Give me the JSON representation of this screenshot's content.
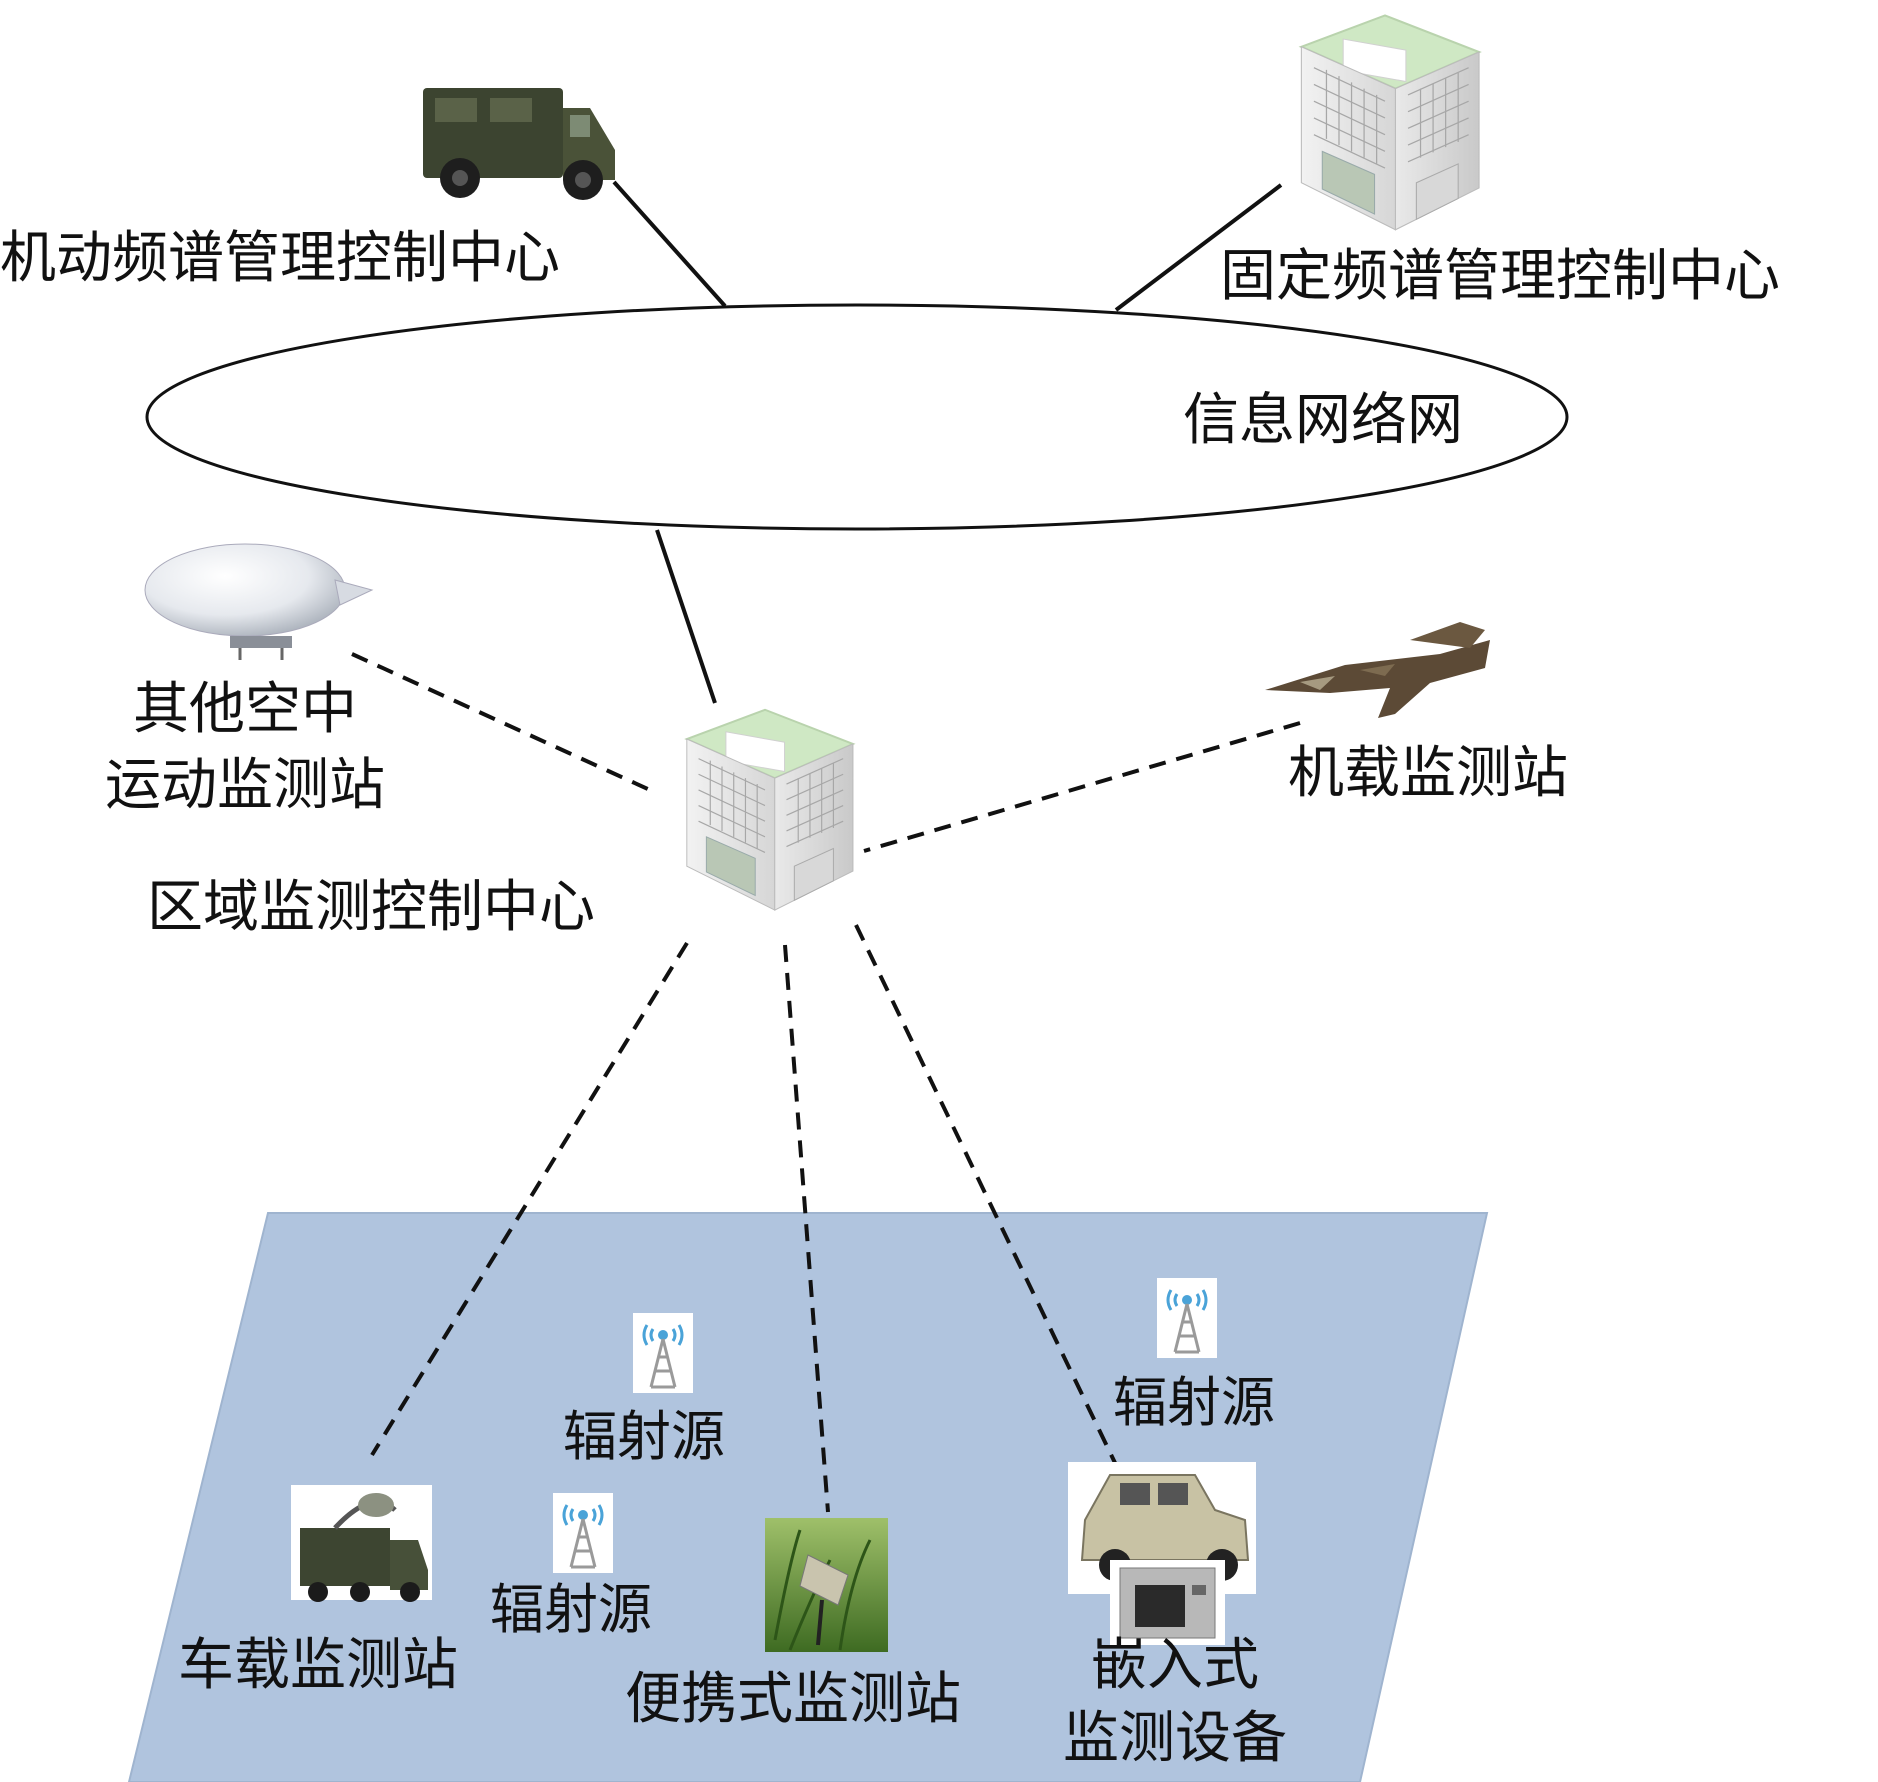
{
  "labels": {
    "mobile_center": "机动频谱管理控制中心",
    "fixed_center": "固定频谱管理控制中心",
    "info_network": "信息网络网",
    "other_air_line1": "其他空中",
    "other_air_line2": "运动监测站",
    "airborne_station": "机载监测站",
    "regional_center": "区域监测控制中心",
    "radiation_source_1": "辐射源",
    "radiation_source_2": "辐射源",
    "radiation_source_3": "辐射源",
    "vehicle_station": "车载监测站",
    "portable_station": "便携式监测站",
    "embedded_line1": "嵌入式",
    "embedded_line2": "监测设备"
  },
  "colors": {
    "ground_plane": "#b0c4de",
    "line": "#111111",
    "building_roof": "#cfe8c4",
    "building_wall": "#e6e6e6",
    "military_green": "#3c4430",
    "tower_blue": "#6fb7e0"
  },
  "icons": [
    "military-truck-icon",
    "office-building-icon",
    "airship-icon",
    "fighter-jet-icon",
    "radio-tower-icon",
    "vehicle-station-icon",
    "portable-station-icon",
    "humvee-icon",
    "embedded-device-icon"
  ]
}
